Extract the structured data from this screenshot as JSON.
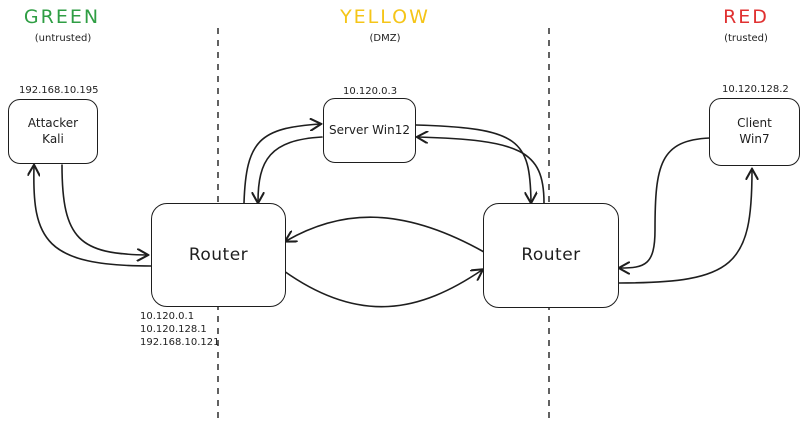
{
  "zones": {
    "green": {
      "title": "GREEN",
      "subtitle": "(untrusted)",
      "color": "#2f9e44"
    },
    "yellow": {
      "title": "YELLOW",
      "subtitle": "(DMZ)",
      "color": "#f5c518"
    },
    "red": {
      "title": "RED",
      "subtitle": "(trusted)",
      "color": "#e03131"
    }
  },
  "nodes": {
    "attacker": {
      "ip": "192.168.10.195",
      "line1": "Attacker",
      "line2": "Kali"
    },
    "server": {
      "ip": "10.120.0.3",
      "label": "Server Win12"
    },
    "client": {
      "ip": "10.120.128.2",
      "line1": "Client",
      "line2": "Win7"
    },
    "router_left": {
      "label": "Router",
      "ips": [
        "10.120.0.1",
        "10.120.128.1",
        "192.168.10.121"
      ]
    },
    "router_right": {
      "label": "Router"
    }
  }
}
